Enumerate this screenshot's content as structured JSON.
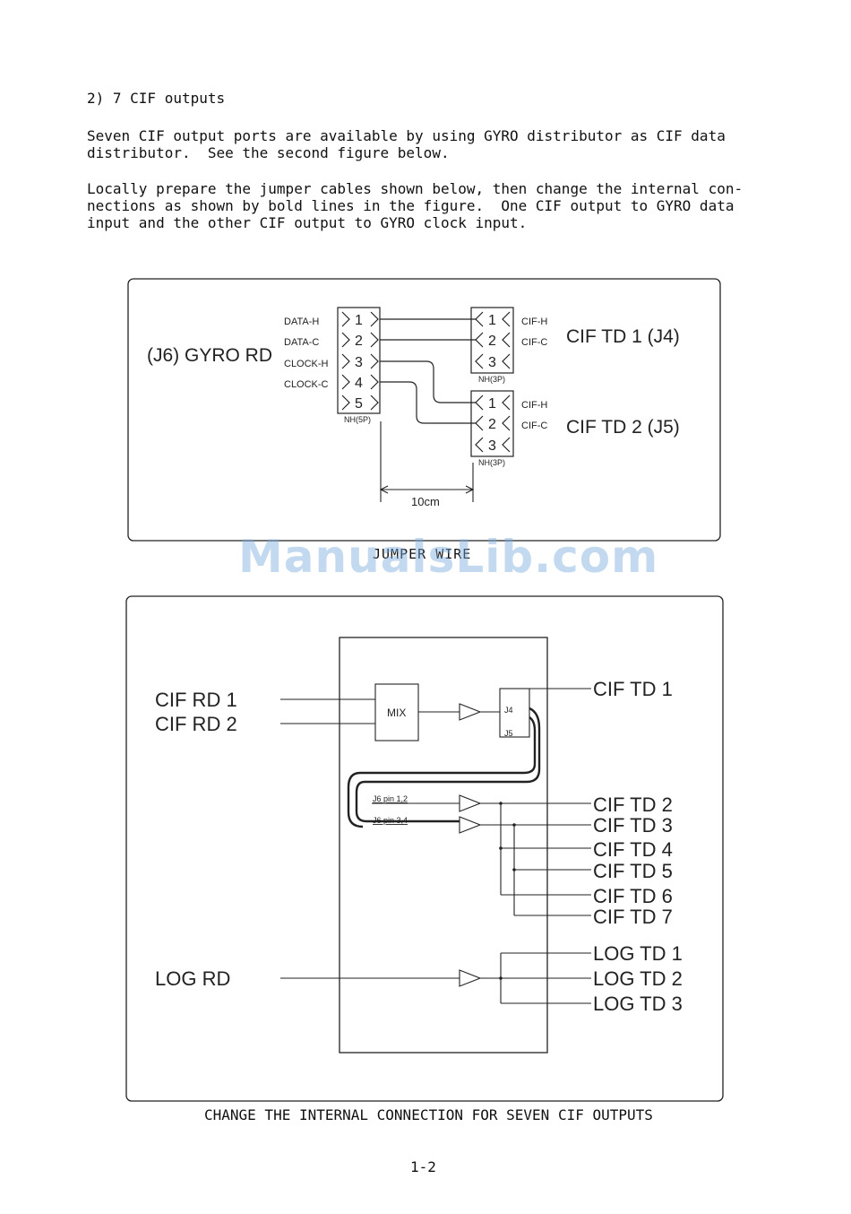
{
  "section": {
    "heading": "2) 7 CIF outputs"
  },
  "paragraphs": {
    "p1_line1": "Seven CIF output ports are available by using GYRO distributor as CIF data",
    "p1_line2": "distributor.  See the second figure below.",
    "p2_line1": "Locally prepare the jumper cables shown below, then change the internal con-",
    "p2_line2": "nections as shown by bold lines in the figure.  One CIF output to GYRO data",
    "p2_line3": "input and the other CIF output to GYRO clock input."
  },
  "figure1": {
    "source_label": "(J6) GYRO RD",
    "source_pins": [
      "DATA-H",
      "DATA-C",
      "CLOCK-H",
      "CLOCK-C"
    ],
    "source_pin_numbers": [
      "1",
      "2",
      "3",
      "4",
      "5"
    ],
    "source_connector": "NH(5P)",
    "dest1_label": "CIF TD 1 (J4)",
    "dest1_pins": [
      "CIF-H",
      "CIF-C"
    ],
    "dest1_pin_numbers": [
      "1",
      "2",
      "3"
    ],
    "dest1_connector": "NH(3P)",
    "dest2_label": "CIF TD 2 (J5)",
    "dest2_pins": [
      "CIF-H",
      "CIF-C"
    ],
    "dest2_pin_numbers": [
      "1",
      "2",
      "3"
    ],
    "dest2_connector": "NH(3P)",
    "dimension": "10cm",
    "caption": "JUMPER WIRE"
  },
  "figure2": {
    "inputs": [
      "CIF RD 1",
      "CIF RD 2"
    ],
    "mixer": "MIX",
    "jack_j4": "J4",
    "jack_j5": "J5",
    "jack_pin12": "J6 pin 1,2",
    "jack_pin34": "J6 pin 3,4",
    "cif_outputs": [
      "CIF TD 1",
      "CIF TD 2",
      "CIF TD 3",
      "CIF TD 4",
      "CIF TD 5",
      "CIF TD 6",
      "CIF TD 7"
    ],
    "log_input": "LOG RD",
    "log_outputs": [
      "LOG TD 1",
      "LOG TD 2",
      "LOG TD 3"
    ],
    "caption": "CHANGE THE INTERNAL CONNECTION FOR SEVEN CIF OUTPUTS"
  },
  "footer": {
    "page_number": "1-2"
  },
  "watermark": "ManualsLib.com"
}
